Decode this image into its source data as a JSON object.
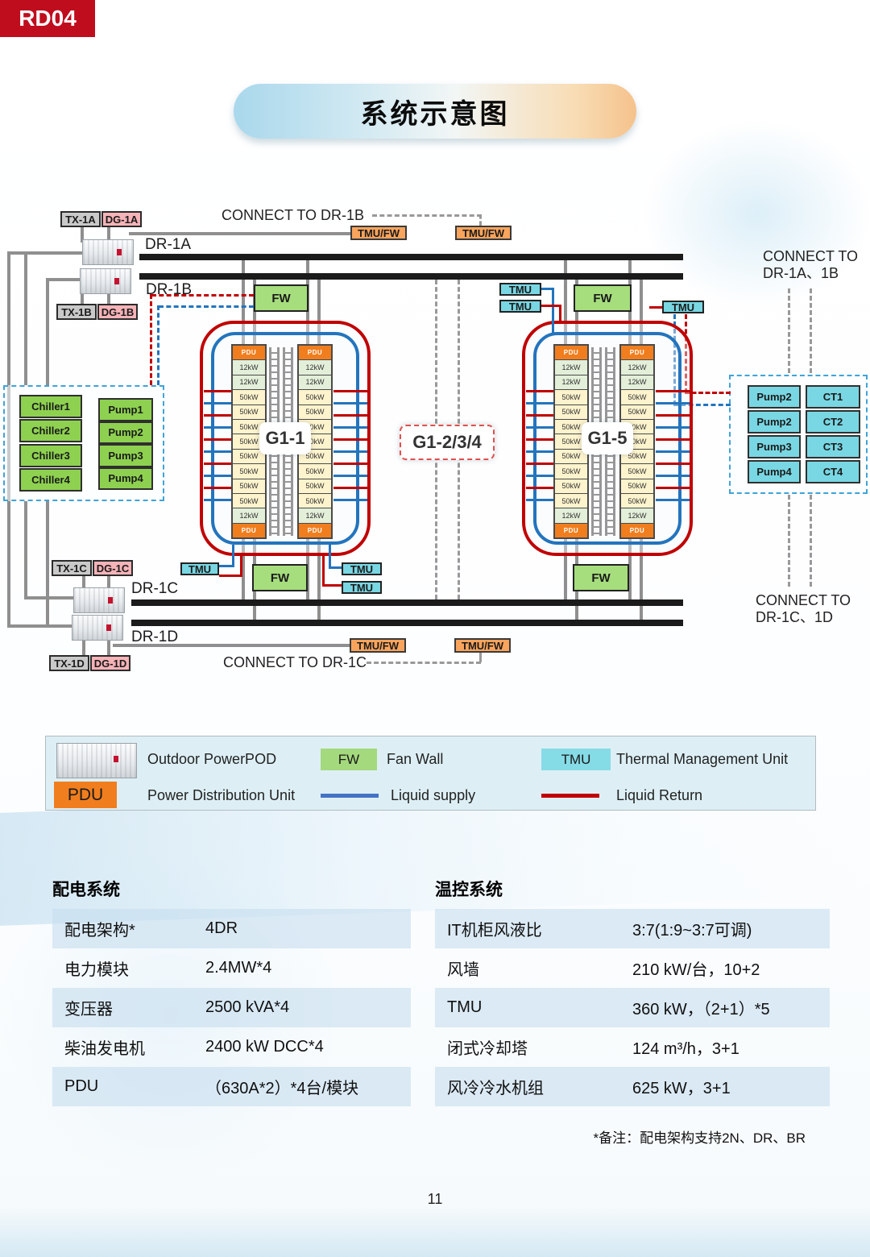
{
  "page": {
    "badge": "RD04",
    "title": "系统示意图",
    "footnote": "*备注：配电架构支持2N、DR、BR",
    "page_number": "11"
  },
  "diagram": {
    "connect_top": "CONNECT TO DR-1B",
    "connect_bottom": "CONNECT TO DR-1C",
    "connect_right_top": [
      "CONNECT TO",
      "DR-1A、1B"
    ],
    "connect_right_bottom": [
      "CONNECT TO",
      "DR-1C、1D"
    ],
    "buses": [
      "DR-1A",
      "DR-1B",
      "DR-1C",
      "DR-1D"
    ],
    "sources": [
      "TX-1A",
      "DG-1A",
      "TX-1B",
      "DG-1B",
      "TX-1C",
      "DG-1C",
      "TX-1D",
      "DG-1D"
    ],
    "tmufw_label": "TMU/FW",
    "tmu_label": "TMU",
    "fw_label": "FW",
    "units": {
      "left": "G1-1",
      "middle": "G1-2/3/4",
      "right": "G1-5"
    },
    "rack_rows": [
      "PDU",
      "12kW",
      "12kW",
      "50kW",
      "50kW",
      "50kW",
      "50kW",
      "50kW",
      "50kW",
      "50kW",
      "50kW",
      "12kW",
      "PDU"
    ],
    "chillers": [
      "Chiller1",
      "Chiller2",
      "Chiller3",
      "Chiller4"
    ],
    "pumps_left": [
      "Pump1",
      "Pump2",
      "Pump3",
      "Pump4"
    ],
    "pumps_right": [
      "Pump2",
      "Pump2",
      "Pump3",
      "Pump4"
    ],
    "cooling_towers": [
      "CT1",
      "CT2",
      "CT3",
      "CT4"
    ]
  },
  "legend": {
    "outdoor_powerpod": "Outdoor PowerPOD",
    "fw_chip": "FW",
    "fan_wall": "Fan Wall",
    "tmu_chip": "TMU",
    "tmu_name": "Thermal Management Unit",
    "pdu_chip": "PDU",
    "pdu_name": "Power Distribution Unit",
    "liquid_supply": "Liquid supply",
    "liquid_return": "Liquid Return"
  },
  "tables": {
    "power": {
      "title": "配电系统",
      "rows": [
        {
          "label": "配电架构*",
          "value": "4DR"
        },
        {
          "label": "电力模块",
          "value": "2.4MW*4"
        },
        {
          "label": "变压器",
          "value": "2500 kVA*4"
        },
        {
          "label": "柴油发电机",
          "value": "2400 kW DCC*4"
        },
        {
          "label": "PDU",
          "value": "（630A*2）*4台/模块"
        }
      ]
    },
    "cooling": {
      "title": "温控系统",
      "rows": [
        {
          "label": "IT机柜风液比",
          "value": "3:7(1:9~3:7可调)"
        },
        {
          "label": "风墙",
          "value": "210 kW/台，10+2"
        },
        {
          "label": "TMU",
          "value": "360 kW，（2+1）*5"
        },
        {
          "label": "闭式冷却塔",
          "value": "124 m³/h，3+1"
        },
        {
          "label": "风冷冷水机组",
          "value": "625 kW，3+1"
        }
      ]
    }
  },
  "colors": {
    "badge_red": "#C00D1E",
    "return_red": "#C00000",
    "supply_blue": "#2374BD",
    "tmu_cyan": "#79D7E3",
    "fw_green": "#A6DD7D",
    "equipment_green": "#8ED150",
    "pdu_orange": "#F07E1E",
    "bus_black": "#1B1B1B"
  }
}
